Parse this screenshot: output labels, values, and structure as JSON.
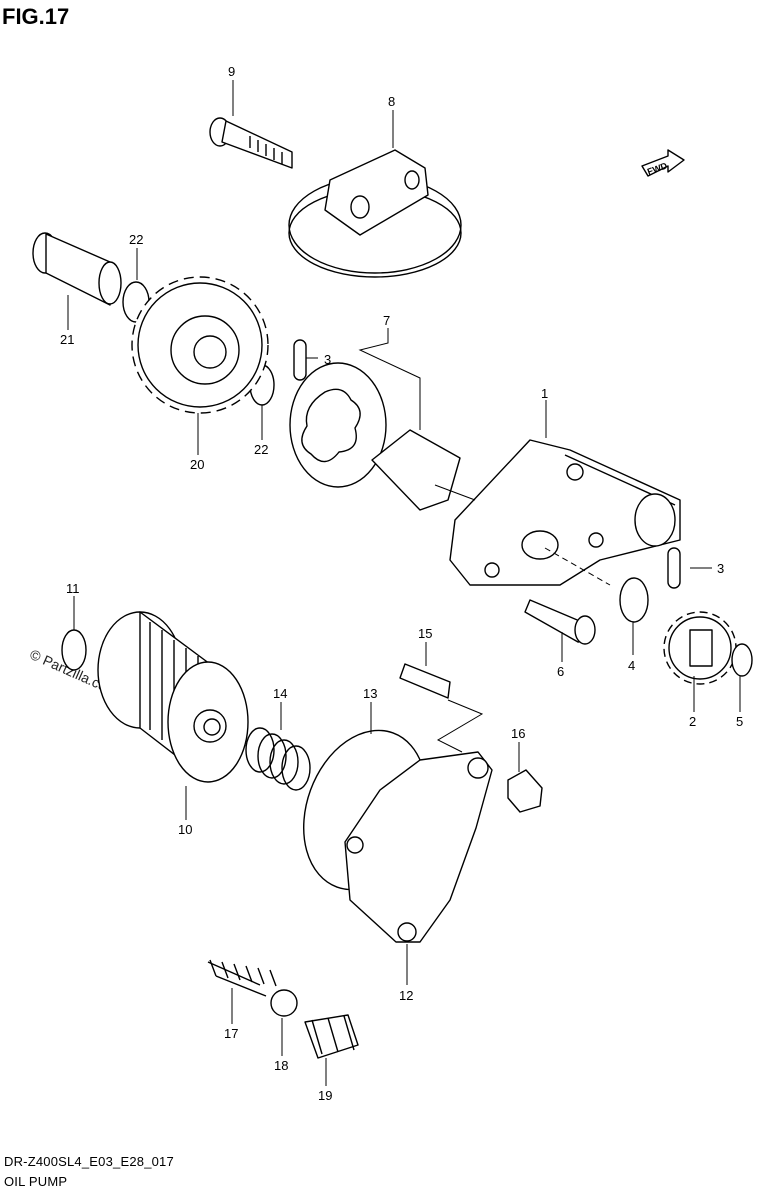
{
  "figure": {
    "title": "FIG.17"
  },
  "footer": {
    "model_code": "DR-Z400SL4_E03_E28_017",
    "assembly_name": "OIL PUMP"
  },
  "watermark": {
    "text": "© Partzilla.com"
  },
  "badges": {
    "forward_label": "FWD"
  },
  "callouts": [
    "1",
    "2",
    "3",
    "4",
    "5",
    "6",
    "7",
    "8",
    "9",
    "10",
    "11",
    "12",
    "13",
    "14",
    "15",
    "16",
    "17",
    "18",
    "19",
    "20",
    "21",
    "22"
  ]
}
